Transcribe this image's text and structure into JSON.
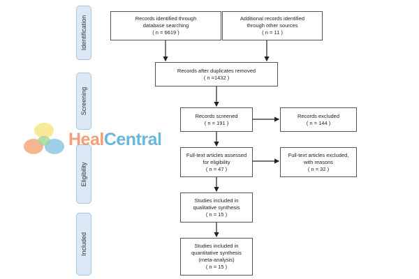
{
  "stages": {
    "identification": "Identification",
    "screening": "Screening",
    "eligibility": "Eligibility",
    "included": "Included"
  },
  "boxes": {
    "db_search": {
      "line1": "Records identified through",
      "line2": "database searching",
      "line3": "( n = 6619  )"
    },
    "other_sources": {
      "line1": "Additional records identified",
      "line2": "through other sources",
      "line3": "( n = 11 )"
    },
    "after_duplicates": {
      "line1": "Records after duplicates removed",
      "line2": "( n =1432  )"
    },
    "screened": {
      "line1": "Records screened",
      "line2": "( n = 191  )"
    },
    "excluded": {
      "line1": "Records excluded",
      "line2": "( n = 144  )"
    },
    "fulltext_assessed": {
      "line1": "Full-text articles assessed",
      "line2": "for eligibility",
      "line3": "( n = 47  )"
    },
    "fulltext_excluded": {
      "line1": "Full-text articles excluded,",
      "line2": "with reasons",
      "line3": "( n = 32 )"
    },
    "qualitative": {
      "line1": "Studies included in",
      "line2": "qualitative synthesis",
      "line3": "( n = 15 )"
    },
    "quantitative": {
      "line1": "Studies included in",
      "line2": "quantitative synthesis",
      "line3": "(meta-analysis)",
      "line4": "( n = 15 )"
    }
  },
  "watermark": {
    "part1": "Heal",
    "part2": "Central"
  }
}
